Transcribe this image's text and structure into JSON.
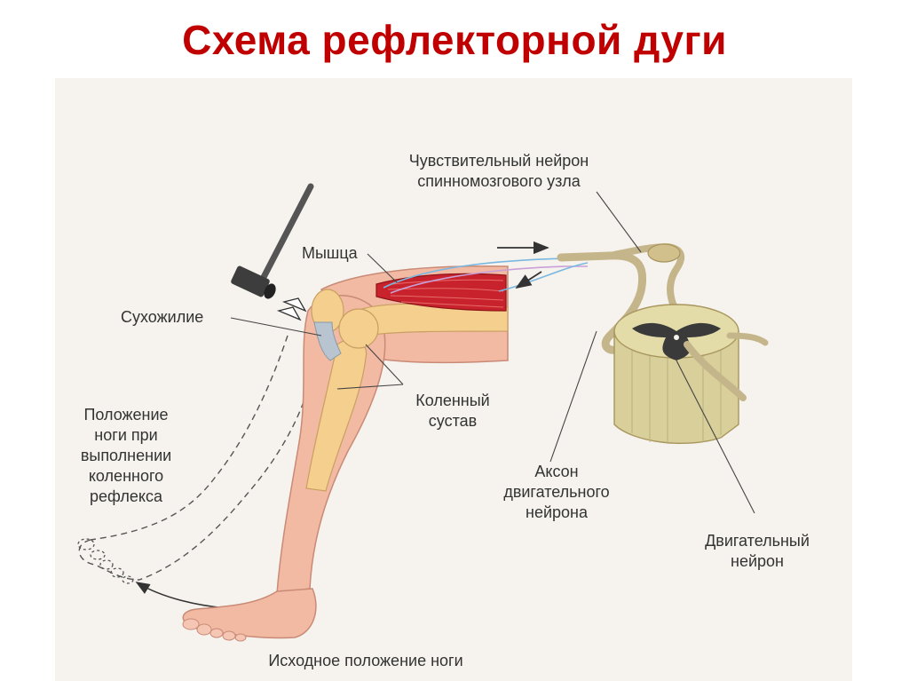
{
  "title": "Схема рефлекторной дуги",
  "labels": {
    "sensory_neuron_line1": "Чувствительный нейрон",
    "sensory_neuron_line2": "спинномозгового узла",
    "muscle": "Мышца",
    "tendon": "Сухожилие",
    "leg_position_l1": "Положение",
    "leg_position_l2": "ноги при",
    "leg_position_l3": "выполнении",
    "leg_position_l4": "коленного",
    "leg_position_l5": "рефлекса",
    "knee_joint_l1": "Коленный",
    "knee_joint_l2": "сустав",
    "motor_axon_l1": "Аксон",
    "motor_axon_l2": "двигательного",
    "motor_axon_l3": "нейрона",
    "motor_neuron_l1": "Двигательный",
    "motor_neuron_l2": "нейрон",
    "initial_position": "Исходное положение ноги"
  },
  "colors": {
    "title": "#c00000",
    "background": "#f6f3ee",
    "skin": "#f2b9a3",
    "bone": "#f4cf8e",
    "muscle": "#c8232c",
    "spinal_cord": "#d8cf9a",
    "grey_matter": "#3a3a3a"
  },
  "icons": [
    "reflex-hammer-icon",
    "arrow-right-icon",
    "arrow-left-icon",
    "kick-arrow-icon"
  ]
}
